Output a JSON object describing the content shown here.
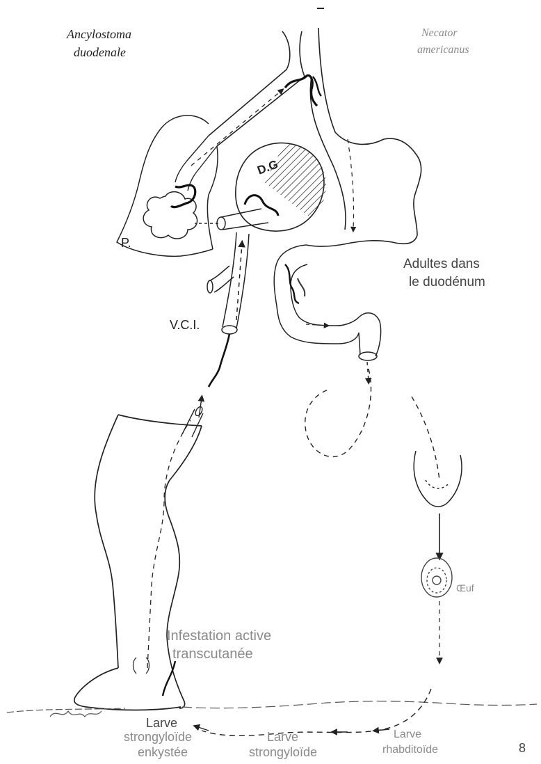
{
  "species": {
    "left_line1": "Ancylostoma",
    "left_line2": "duodenale",
    "right_line1": "Necator",
    "right_line2": "americanus"
  },
  "organs": {
    "lung": "P.",
    "heart": "D.G",
    "vena_cava": "V.C.I."
  },
  "stages": {
    "adults_line1": "Adultes dans",
    "adults_line2": "le duodénum",
    "infestation_line1": "Infestation active",
    "infestation_line2": "transcutanée",
    "encysted_line1": "Larve",
    "encysted_line2": "strongyloïde",
    "encysted_line3": "enkystée",
    "strongyloid_line1": "Larve",
    "strongyloid_line2": "strongyloïde",
    "rhabditoid_line1": "Larve",
    "rhabditoid_line2": "rhabditoïde",
    "egg": "Œuf"
  },
  "figure_number": "8"
}
